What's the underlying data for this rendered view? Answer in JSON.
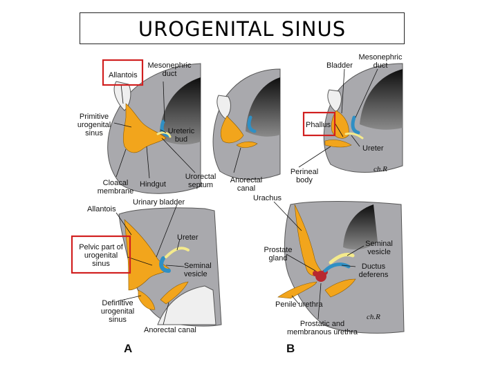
{
  "title": "UROGENITAL SINUS",
  "labels": {
    "allantois_1": "Allantois",
    "mesonephric_duct_1": [
      "Mesonephric",
      "duct"
    ],
    "primitive_urogenital_sinus": [
      "Primitive",
      "urogenital",
      "sinus"
    ],
    "ureteric_bud": [
      "Ureteric",
      "bud"
    ],
    "cloacal_membrane": [
      "Cloacal",
      "membrane"
    ],
    "hindgut": "Hindgut",
    "urorectal_septum": [
      "Urorectal",
      "septum"
    ],
    "anorectal_canal_1": [
      "Anorectal",
      "canal"
    ],
    "bladder": "Bladder",
    "mesonephric_duct_2": [
      "Mesonephric",
      "duct"
    ],
    "phallus": "Phallus",
    "ureter_1": "Ureter",
    "perineal_body": [
      "Perineal",
      "body"
    ],
    "urinary_bladder": "Urinary bladder",
    "urachus": "Urachus",
    "allantois_2": "Allantois",
    "ureter_2": "Ureter",
    "pelvic_part": [
      "Pelvic part of",
      "urogenital",
      "sinus"
    ],
    "seminal_vesicle_1": [
      "Seminal",
      "vesicle"
    ],
    "definitive_urogenital_sinus": [
      "Definitive",
      "urogenital",
      "sinus"
    ],
    "anorectal_canal_2": "Anorectal canal",
    "prostate_gland": [
      "Prostate",
      "gland"
    ],
    "seminal_vesicle_2": [
      "Seminal",
      "vesicle"
    ],
    "ductus_deferens": [
      "Ductus",
      "deferens"
    ],
    "penile_urethra": "Penile urethra",
    "prostatic_membranous_urethra": [
      "Prostatic and",
      "membranous urethra"
    ]
  },
  "panels": {
    "a": "A",
    "b": "B"
  },
  "signatures": {
    "top": "ch.R",
    "bottom": "ch.R"
  },
  "colors": {
    "tissue": "#a9a9ad",
    "tissue_outline": "#555555",
    "cavity": "#efefef",
    "urogenital": "#f2a51c",
    "mesonephric": "#2f8fc4",
    "ureter": "#f4ea8c",
    "prostate": "#b8282f",
    "highlight": "#d11f1f"
  }
}
